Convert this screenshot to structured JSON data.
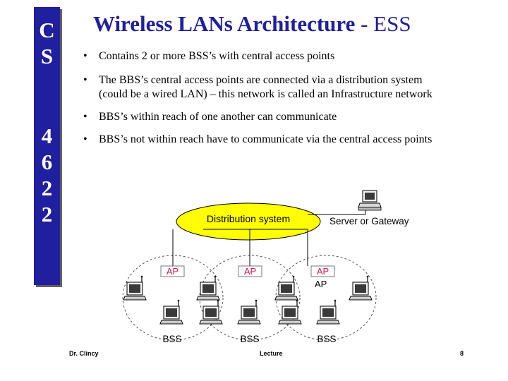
{
  "side_band": {
    "letters_top": [
      "C",
      "S"
    ],
    "letters_bottom": [
      "4",
      "6",
      "2",
      "2"
    ]
  },
  "title": {
    "main": "Wireless LANs Architecture",
    "suffix": " - ESS"
  },
  "bullets": [
    "Contains 2 or more BSS’s with central access points",
    "The BBS’s central access points are connected via a distribution system (could be a wired LAN) – this network is called an Infrastructure network",
    "BBS’s within reach of one another can communicate",
    "BBS’s not within reach have to communicate via the central access points"
  ],
  "diagram": {
    "distribution_label": "Distribution system",
    "server_label": "Server or Gateway",
    "ap_label": "AP",
    "ap_outside_label": "AP",
    "bss_labels": [
      "BSS",
      "BSS",
      "BSS"
    ],
    "colors": {
      "ellipse_fill": "#ffff00",
      "ap_label": "#d4145a"
    }
  },
  "footer": {
    "author": "Dr. Clincy",
    "center": "Lecture",
    "page": "8"
  }
}
